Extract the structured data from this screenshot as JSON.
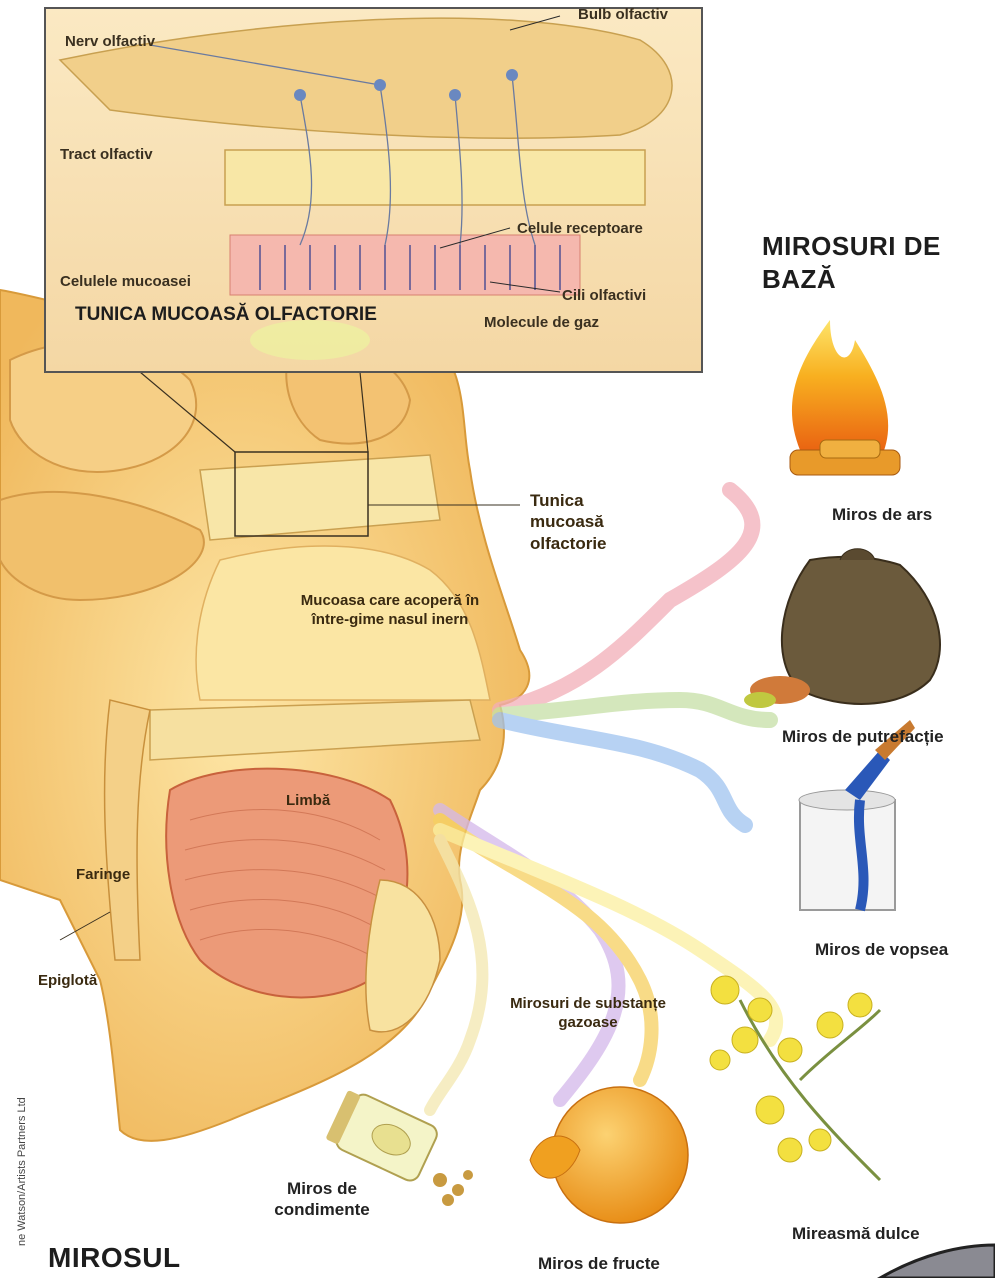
{
  "title": "MIROSUL",
  "basic_odors_title": "MIROSURI DE BAZĂ",
  "credit": "ne Watson/Artists Partners Ltd",
  "inset": {
    "nerve": "Nerv olfactiv",
    "bulb": "Bulb olfactiv",
    "tract": "Tract olfactiv",
    "receptor_cells": "Celule receptoare",
    "mucosa_cells": "Celulele mucoasei",
    "cilia": "Cili olfactivi",
    "gas_molecules": "Molecule de gaz",
    "title": "TUNICA MUCOASĂ OLFACTORIE"
  },
  "anatomy": {
    "olfactory_mucosa": "Tunica mucoasă olfactorie",
    "nasal_mucosa": "Mucoasa care acoperă în între-gime nasul inern",
    "tongue": "Limbă",
    "pharynx": "Faringe",
    "epiglottis": "Epiglotă",
    "gaseous_substances": "Mirosuri de substanțe gazoase"
  },
  "odors": {
    "burnt": "Miros de ars",
    "putrefaction": "Miros de putrefacție",
    "paint": "Miros de vopsea",
    "sweet": "Mireasmă dulce",
    "fruit": "Miros de fructe",
    "spices": "Miros de condimente"
  },
  "colors": {
    "skin": "#f3c46a",
    "bone": "#f6e2a0",
    "tongue": "#e8896a",
    "inset_bg": "#f7e3b8",
    "flame": "#f5a020",
    "bag": "#6b5a3c",
    "paint_blue": "#2a58b8",
    "orange": "#f0a020",
    "flower": "#f3e040"
  }
}
